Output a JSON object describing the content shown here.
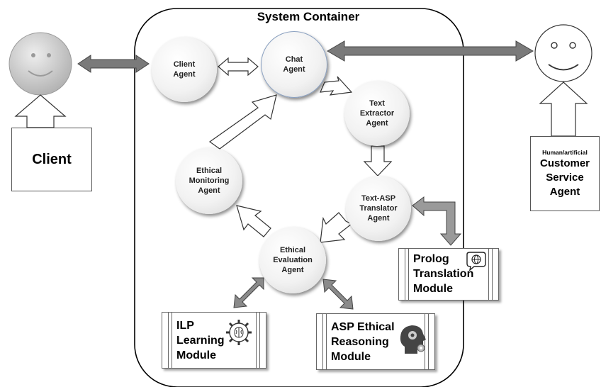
{
  "diagram": {
    "container_title": "System Container",
    "agents": {
      "client_agent": "Client\nAgent",
      "chat_agent": "Chat\nAgent",
      "text_extractor_agent": "Text\nExtractor\nAgent",
      "text_asp_translator_agent": "Text-ASP\nTranslator\nAgent",
      "ethical_evaluation_agent": "Ethical\nEvaluation\nAgent",
      "ethical_monitoring_agent": "Ethical\nMonitoring\nAgent"
    },
    "actors": {
      "client_label": "Client",
      "service_prefix": "Human/artificial",
      "service_label": "Customer\nService\nAgent"
    },
    "modules": {
      "prolog": "Prolog\nTranslation\nModule",
      "ilp": "ILP\nLearning\nModule",
      "asp": "ASP Ethical\nReasoning\nModule"
    },
    "icons": {
      "prolog": "globe-chat-icon",
      "ilp": "brain-gear-icon",
      "asp": "head-gears-icon"
    }
  }
}
